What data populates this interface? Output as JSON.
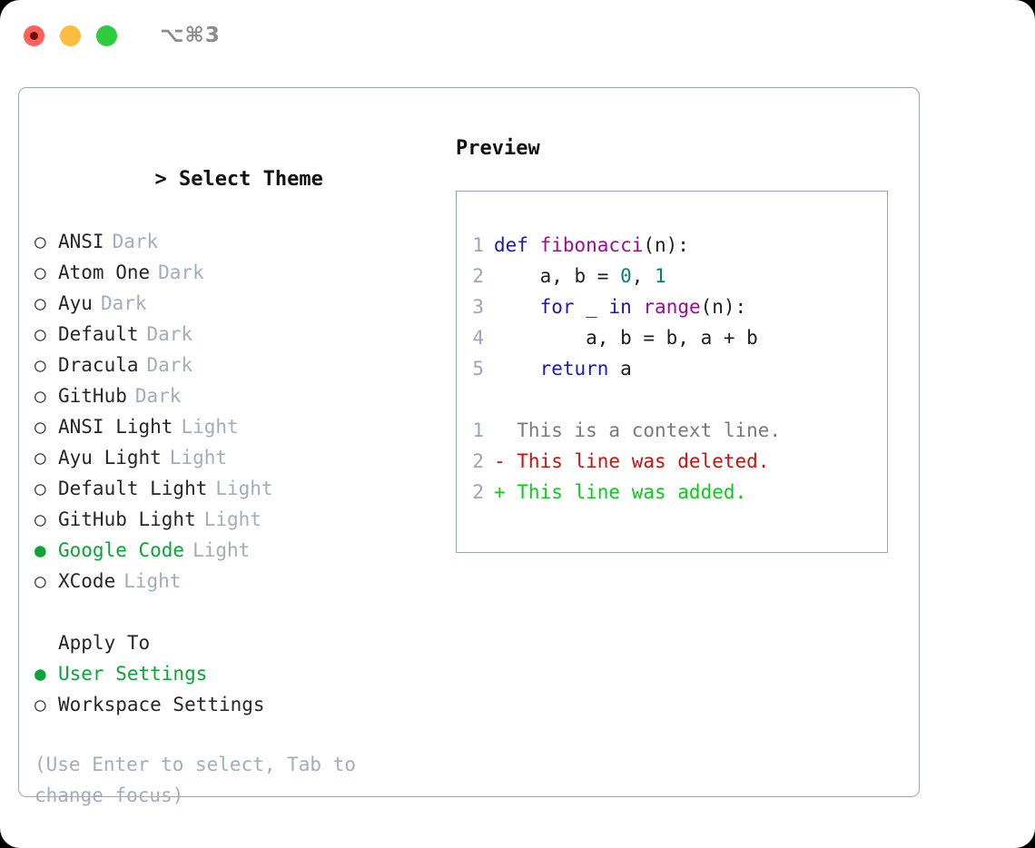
{
  "titlebar": {
    "shortcut": "⌥⌘3",
    "buttons": [
      {
        "name": "close",
        "color": "#fc6058"
      },
      {
        "name": "minimize",
        "color": "#fcbc40"
      },
      {
        "name": "zoom",
        "color": "#2fcc3f"
      }
    ]
  },
  "theme_picker": {
    "prompt_marker": ">",
    "title": "Select Theme",
    "marker_unselected": "○",
    "marker_selected": "●",
    "accent_color": "#0ba439",
    "items": [
      {
        "label": "ANSI",
        "tag": "Dark",
        "selected": false
      },
      {
        "label": "Atom One",
        "tag": "Dark",
        "selected": false
      },
      {
        "label": "Ayu",
        "tag": "Dark",
        "selected": false
      },
      {
        "label": "Default",
        "tag": "Dark",
        "selected": false
      },
      {
        "label": "Dracula",
        "tag": "Dark",
        "selected": false
      },
      {
        "label": "GitHub",
        "tag": "Dark",
        "selected": false
      },
      {
        "label": "ANSI Light",
        "tag": "Light",
        "selected": false
      },
      {
        "label": "Ayu Light",
        "tag": "Light",
        "selected": false
      },
      {
        "label": "Default Light",
        "tag": "Light",
        "selected": false
      },
      {
        "label": "GitHub Light",
        "tag": "Light",
        "selected": false
      },
      {
        "label": "Google Code",
        "tag": "Light",
        "selected": true
      },
      {
        "label": "XCode",
        "tag": "Light",
        "selected": false
      }
    ]
  },
  "apply_to": {
    "title": "Apply To",
    "items": [
      {
        "label": "User Settings",
        "selected": true
      },
      {
        "label": "Workspace Settings",
        "selected": false
      }
    ]
  },
  "hint": "(Use Enter to select, Tab to change focus)",
  "preview": {
    "title": "Preview",
    "code_lines": [
      {
        "no": "1",
        "tokens": [
          {
            "t": "def ",
            "c": "k"
          },
          {
            "t": "fibonacci",
            "c": "fn"
          },
          {
            "t": "(n):",
            "c": "pl"
          }
        ]
      },
      {
        "no": "2",
        "tokens": [
          {
            "t": "    a, b = ",
            "c": "pl"
          },
          {
            "t": "0",
            "c": "num"
          },
          {
            "t": ", ",
            "c": "pl"
          },
          {
            "t": "1",
            "c": "num"
          }
        ]
      },
      {
        "no": "3",
        "tokens": [
          {
            "t": "    ",
            "c": "pl"
          },
          {
            "t": "for",
            "c": "k"
          },
          {
            "t": " _ ",
            "c": "pl"
          },
          {
            "t": "in",
            "c": "k"
          },
          {
            "t": " ",
            "c": "pl"
          },
          {
            "t": "range",
            "c": "fn"
          },
          {
            "t": "(n):",
            "c": "pl"
          }
        ]
      },
      {
        "no": "4",
        "tokens": [
          {
            "t": "        a, b = b, a + b",
            "c": "pl"
          }
        ]
      },
      {
        "no": "5",
        "tokens": [
          {
            "t": "    ",
            "c": "pl"
          },
          {
            "t": "return",
            "c": "k"
          },
          {
            "t": " a",
            "c": "pl"
          }
        ]
      }
    ],
    "diff_lines": [
      {
        "no": "1",
        "sign": " ",
        "text": " This is a context line.",
        "kind": "diff-ctx"
      },
      {
        "no": "2",
        "sign": "-",
        "text": " This line was deleted.",
        "kind": "diff-del"
      },
      {
        "no": "2",
        "sign": "+",
        "text": " This line was added.",
        "kind": "diff-add"
      }
    ]
  },
  "colors": {
    "accent_green": "#0ba439",
    "border": "#9aa6b8",
    "muted_text": "#a3adba",
    "keyword": "#1a1ab5",
    "function": "#9b0f8f",
    "number": "#0b7c7c",
    "diff_added": "#0ec91f",
    "diff_deleted": "#c3140d",
    "diff_context": "#7a7a7a"
  }
}
